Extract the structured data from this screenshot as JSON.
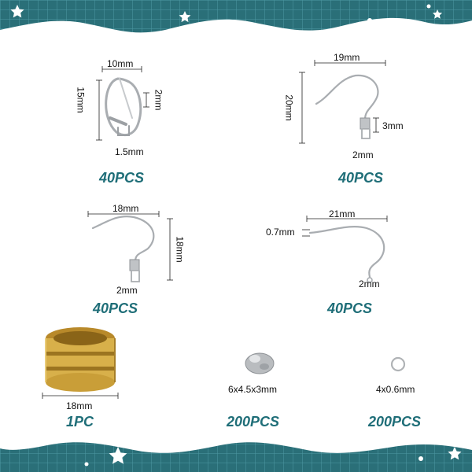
{
  "colors": {
    "frame_teal": "#2a6f78",
    "grid_line": "#4e9aa3",
    "quantity_text": "#1f6e78",
    "silver": "#b9bcbf",
    "gold": "#d8b04a"
  },
  "products": {
    "leverback": {
      "width": "10mm",
      "height": "15mm",
      "loop_height": "2mm",
      "wire": "1.5mm",
      "quantity": "40PCS"
    },
    "hook_coil_20": {
      "width": "19mm",
      "height": "20mm",
      "coil": "3mm",
      "loop": "2mm",
      "quantity": "40PCS"
    },
    "hook_coil_18": {
      "width": "18mm",
      "height": "18mm",
      "loop": "2mm",
      "quantity": "40PCS"
    },
    "hook_plain_21": {
      "width": "21mm",
      "wire": "0.7mm",
      "loop": "2mm",
      "quantity": "40PCS"
    },
    "jump_ring_tool": {
      "size": "18mm",
      "quantity": "1PC"
    },
    "ear_nut": {
      "size": "6x4.5x3mm",
      "quantity": "200PCS"
    },
    "jump_ring": {
      "size": "4x0.6mm",
      "quantity": "200PCS"
    }
  }
}
